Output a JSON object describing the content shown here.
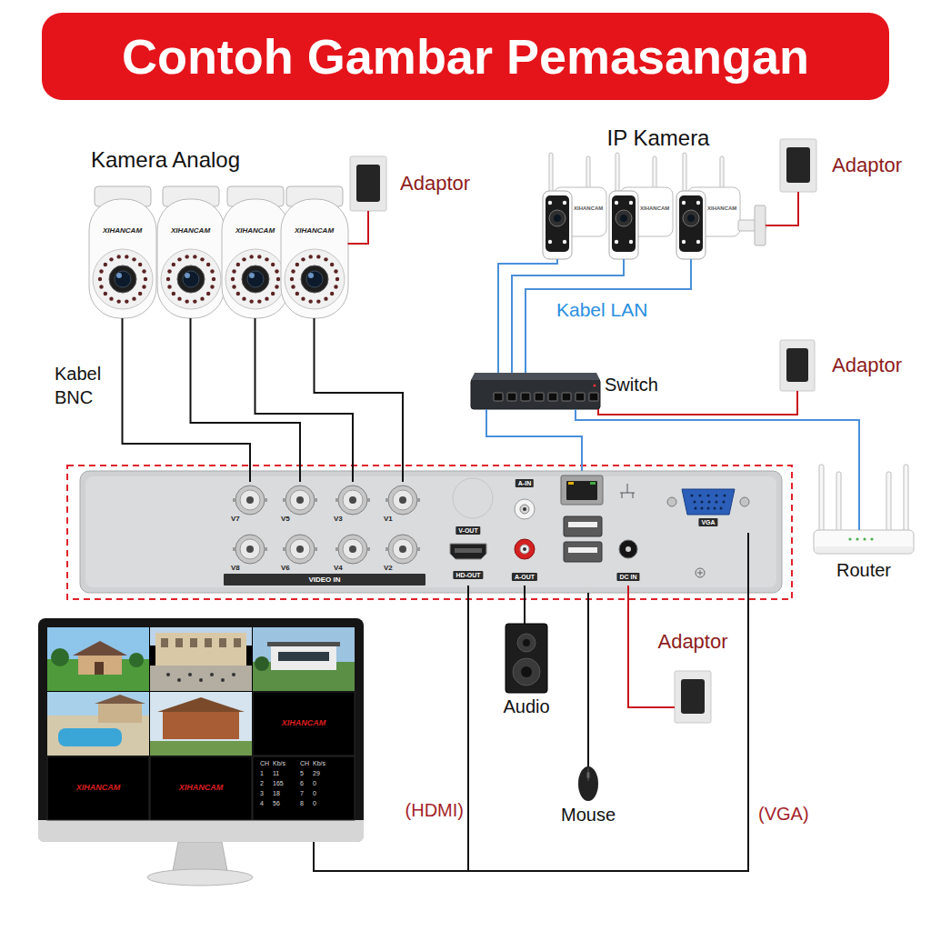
{
  "diagram": {
    "title": "Contoh Gambar Pemasangan",
    "nodes": [
      {
        "text": [
          "Kamera Analog"
        ]
      },
      {
        "text": [
          "XIHANCAM"
        ],
        "in": 0
      },
      {
        "text": [
          "XIHANCAM"
        ],
        "in": 0
      },
      {
        "text": [
          "XIHANCAM"
        ],
        "in": 0
      },
      {
        "text": [
          "XIHANCAM"
        ],
        "in": 0
      },
      {
        "text": [
          "Adaptor"
        ]
      },
      {
        "text": [
          "IP Kamera"
        ]
      },
      {
        "text": [
          "XIHANCAM"
        ],
        "in": 6
      },
      {
        "text": [
          "XIHANCAM"
        ],
        "in": 6
      },
      {
        "text": [
          "XIHANCAM"
        ],
        "in": 6
      },
      {
        "text": [
          "Adaptor"
        ]
      },
      {
        "text": [
          "Switch"
        ]
      },
      {
        "text": [
          "Adaptor"
        ]
      },
      {
        "text": [
          "Router"
        ]
      },
      {
        "text": [
          "VIDEO IN"
        ]
      },
      {
        "text": [
          "V7"
        ],
        "in": 14
      },
      {
        "text": [
          "V5"
        ],
        "in": 14
      },
      {
        "text": [
          "V3"
        ],
        "in": 14
      },
      {
        "text": [
          "V1"
        ],
        "in": 14
      },
      {
        "text": [
          "V8"
        ],
        "in": 14
      },
      {
        "text": [
          "V6"
        ],
        "in": 14
      },
      {
        "text": [
          "V4"
        ],
        "in": 14
      },
      {
        "text": [
          "V2"
        ],
        "in": 14
      },
      {
        "text": [
          "A-IN"
        ],
        "in": 14
      },
      {
        "text": [
          "V-OUT",
          "HD-OUT"
        ],
        "in": 14
      },
      {
        "text": [
          "A-OUT"
        ],
        "in": 14
      },
      {
        "text": [
          "DC IN"
        ],
        "in": 14
      },
      {
        "text": [
          "VGA"
        ],
        "in": 14
      },
      {
        "text": [
          "XIHANCAM",
          "XIHANCAM",
          "XIHANCAM"
        ]
      },
      {
        "text": [
          "Audio"
        ]
      },
      {
        "text": [
          "Mouse"
        ]
      },
      {
        "text": [
          "Adaptor"
        ]
      }
    ],
    "edges": [
      {
        "from": 1,
        "to": 15,
        "arrow": "none"
      },
      {
        "from": 2,
        "to": 16,
        "arrow": "none"
      },
      {
        "from": 3,
        "to": 17,
        "arrow": "none"
      },
      {
        "from": 4,
        "to": 18,
        "arrow": "none"
      },
      {
        "from": 4,
        "to": 5,
        "arrow": "none"
      },
      {
        "from": 7,
        "to": 11,
        "arrow": "none"
      },
      {
        "from": 8,
        "to": 11,
        "arrow": "none"
      },
      {
        "from": 9,
        "to": 11,
        "arrow": "none"
      },
      {
        "from": 9,
        "to": 10,
        "arrow": "none"
      },
      {
        "from": 11,
        "to": 12,
        "arrow": "none"
      },
      {
        "from": 11,
        "to": 14,
        "arrow": "none"
      },
      {
        "from": 11,
        "to": 13,
        "arrow": "none"
      },
      {
        "from": 24,
        "to": 28,
        "label": "(HDMI)",
        "arrow": "none"
      },
      {
        "from": 25,
        "to": 29,
        "arrow": "none"
      },
      {
        "from": 14,
        "to": 30,
        "arrow": "none"
      },
      {
        "from": 26,
        "to": 31,
        "arrow": "none"
      },
      {
        "from": 27,
        "to": 28,
        "label": "(VGA)",
        "arrow": "none"
      }
    ],
    "labels": [
      "Kabel BNC",
      "Kabel LAN",
      "CH",
      "Kb/s",
      "CH",
      "Kb/s",
      "1",
      "11",
      "5",
      "29",
      "2",
      "165",
      "6",
      "0",
      "3",
      "18",
      "7",
      "0",
      "4",
      "56",
      "8",
      "0"
    ]
  }
}
